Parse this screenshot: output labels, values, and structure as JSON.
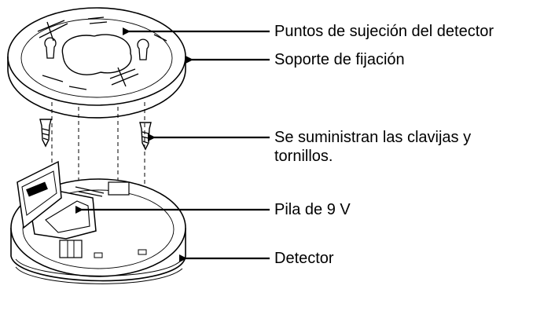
{
  "diagram": {
    "labels": {
      "attachment_points": "Puntos de sujeción del detector",
      "mounting_bracket": "Soporte de fijación",
      "screws_supplied_line1": "Se suministran las clavijas y",
      "screws_supplied_line2": "tornillos.",
      "battery": "Pila de 9 V",
      "detector": "Detector"
    },
    "colors": {
      "line": "#000000",
      "background": "#ffffff"
    }
  }
}
